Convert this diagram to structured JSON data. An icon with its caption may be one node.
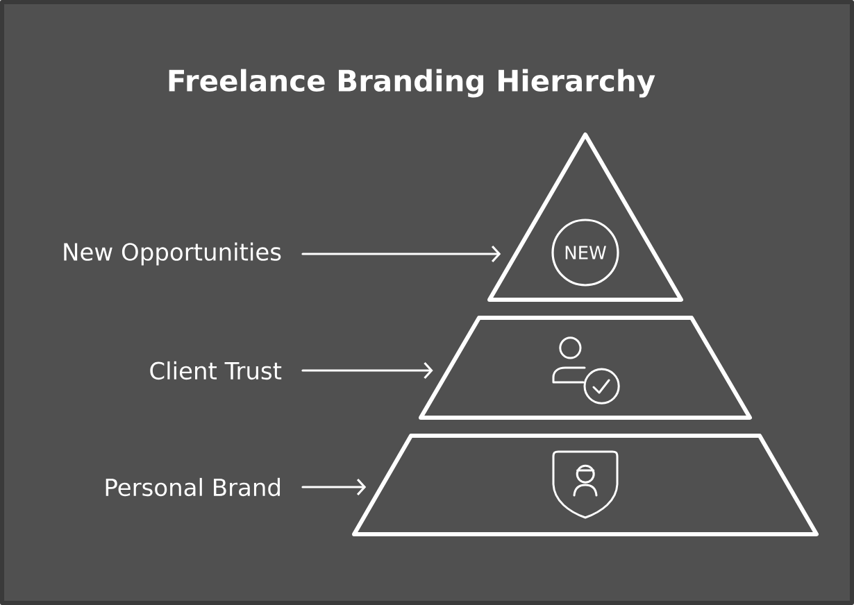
{
  "diagram": {
    "title": "Freelance Branding Hierarchy",
    "nodes": [
      {
        "text": [
          "New Opportunities"
        ]
      },
      {
        "text": [
          "Client Trust"
        ]
      },
      {
        "text": [
          "Personal Brand"
        ]
      },
      {
        "text": [],
        "shape": "triangle"
      },
      {
        "text": [
          "NEW"
        ],
        "in": 3
      },
      {
        "text": [],
        "shape": "trapezoid"
      },
      {
        "text": [],
        "shape": "trapezoid"
      }
    ],
    "edges": [
      {
        "from": 0,
        "to": 3,
        "arrow": "to"
      },
      {
        "from": 1,
        "to": 5,
        "arrow": "to"
      },
      {
        "from": 2,
        "to": 6,
        "arrow": "to"
      }
    ]
  }
}
